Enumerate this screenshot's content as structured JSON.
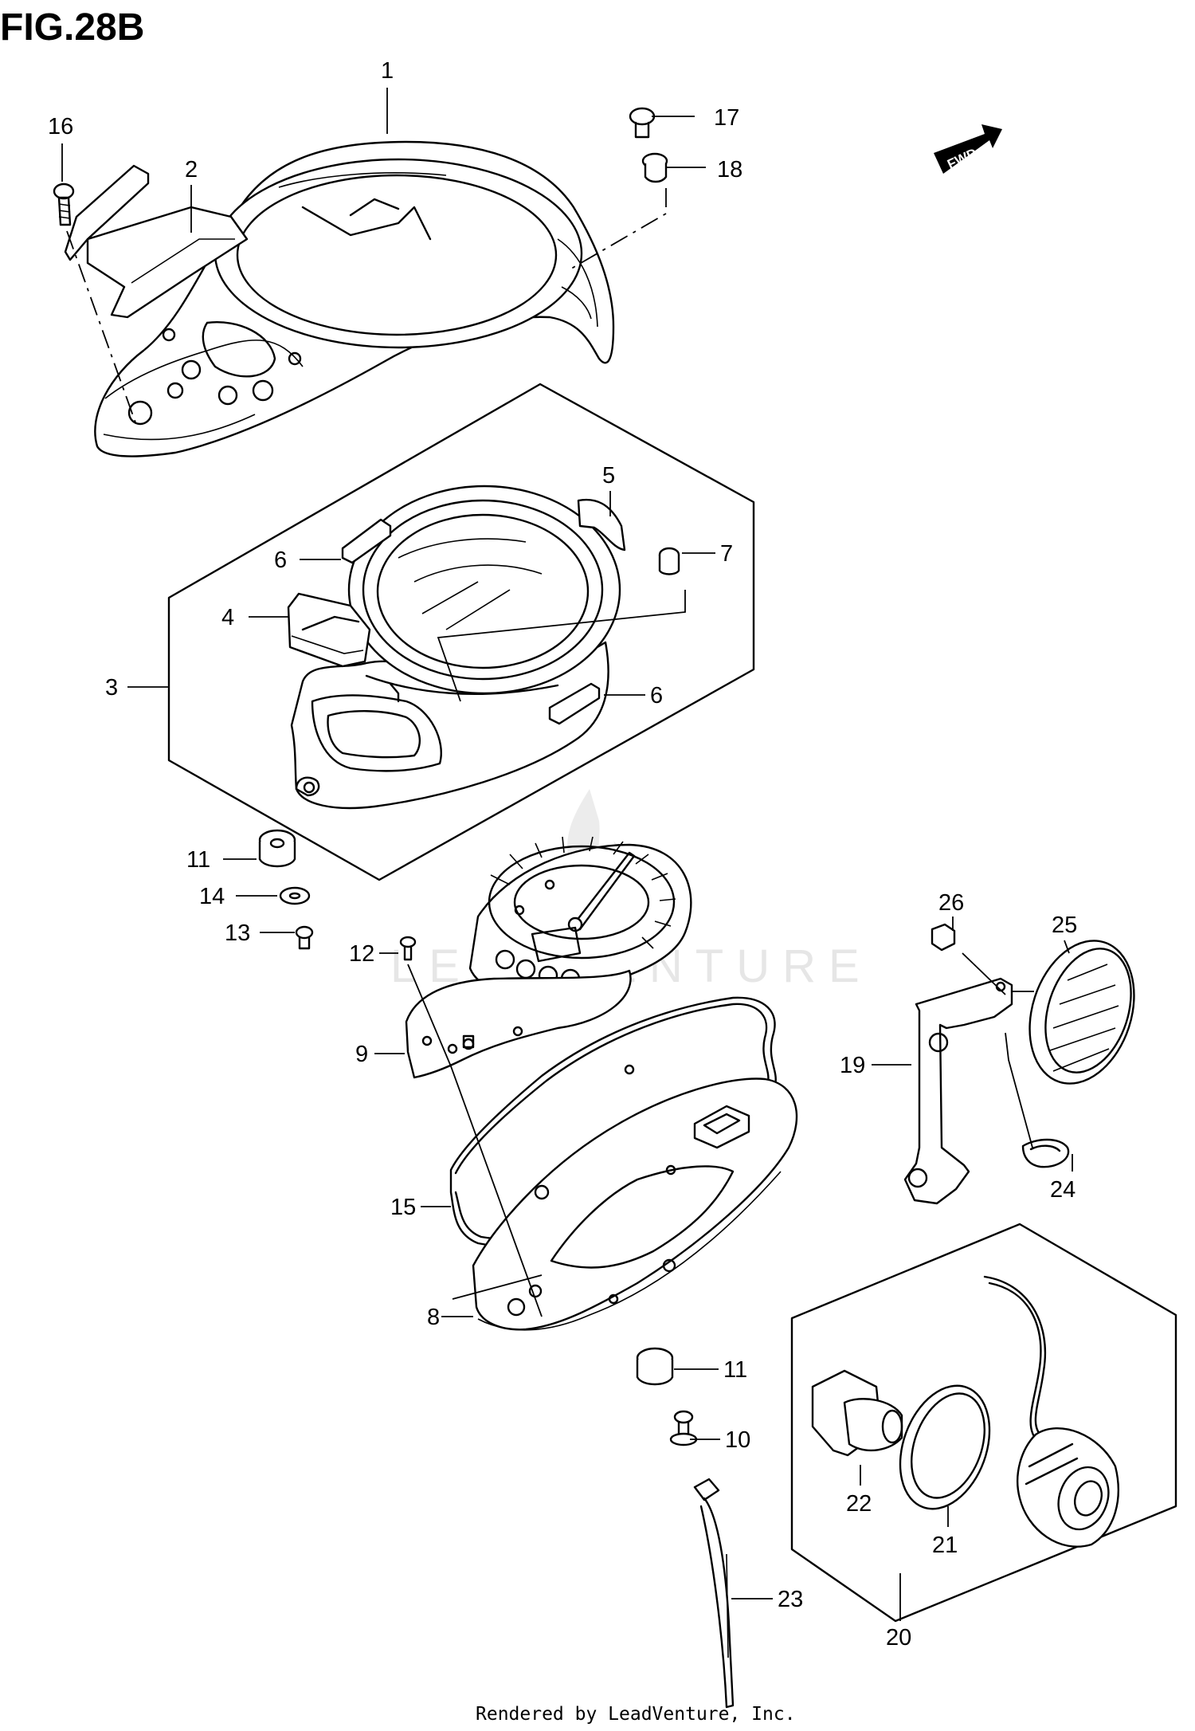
{
  "title": "FIG.28B",
  "direction_badge": "FWD",
  "watermark": "LEADVENTURE",
  "footer": "Rendered by LeadVenture, Inc.",
  "callouts": {
    "c1": "1",
    "c2": "2",
    "c3": "3",
    "c4": "4",
    "c5": "5",
    "c6a": "6",
    "c6b": "6",
    "c7": "7",
    "c8": "8",
    "c9": "9",
    "c10": "10",
    "c11a": "11",
    "c11b": "11",
    "c12": "12",
    "c13": "13",
    "c14": "14",
    "c15": "15",
    "c16": "16",
    "c17": "17",
    "c18": "18",
    "c19": "19",
    "c20": "20",
    "c21": "21",
    "c22": "22",
    "c23": "23",
    "c24": "24",
    "c25": "25",
    "c26": "26"
  },
  "colors": {
    "ink": "#000000",
    "background": "#ffffff",
    "watermark": "#e6e6e6"
  }
}
